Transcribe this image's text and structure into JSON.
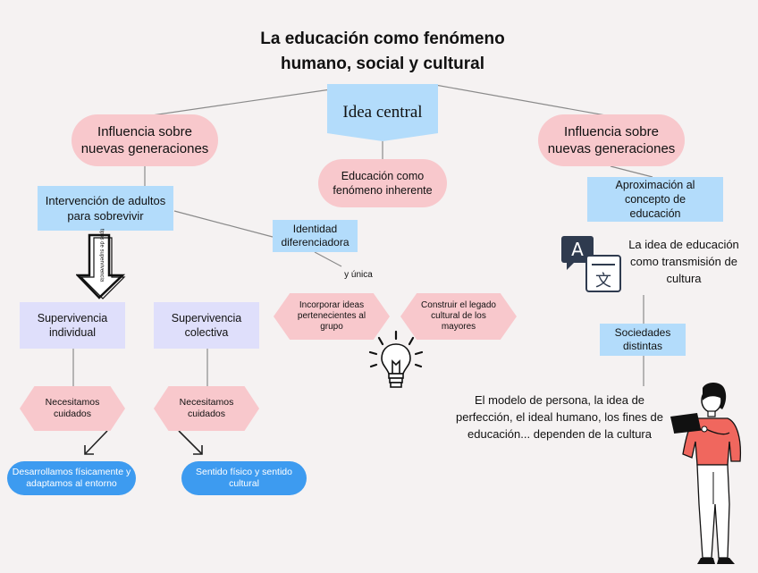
{
  "title": {
    "line1": "La educación como fenómeno",
    "line2": "humano, social y cultural"
  },
  "central": {
    "label": "Idea central"
  },
  "left": {
    "influence": "Influencia sobre nuevas generaciones",
    "intervention": "Intervención de adultos para sobrevivir",
    "arrow_text": "tipos de supervivencia",
    "survival_individual": "Supervivencia individual",
    "survival_collective": "Supervivencia colectiva",
    "care_left": "Necesitamos cuidados",
    "care_right": "Necesitamos cuidados",
    "result_left": "Desarrollamos físicamente y adaptamos al entorno",
    "result_right": "Sentido físico y sentido cultural"
  },
  "middle": {
    "education": "Educación como fenómeno inherente",
    "identity": "Identidad diferenciadora",
    "unique": "y única",
    "incorporate": "Incorporar ideas pertenecientes al grupo",
    "legacy": "Construir el legado cultural de los mayores"
  },
  "right": {
    "influence": "Influencia sobre nuevas generaciones",
    "approach": "Aproximación al concepto de educación",
    "transmission": "La idea de educación como transmisión de cultura",
    "societies": "Sociedades distintas",
    "model": "El modelo de persona, la idea de perfección, el ideal humano, los fines de educación... dependen de la cultura"
  },
  "icons": [
    "translate-icon",
    "lightbulb-icon",
    "person-with-laptop-icon",
    "down-arrow-icon"
  ],
  "colors": {
    "pink": "#f8c8cc",
    "light_blue": "#b3dcfb",
    "lavender": "#dfdffb",
    "blue": "#3d9bf0",
    "background": "#f5f2f2"
  }
}
